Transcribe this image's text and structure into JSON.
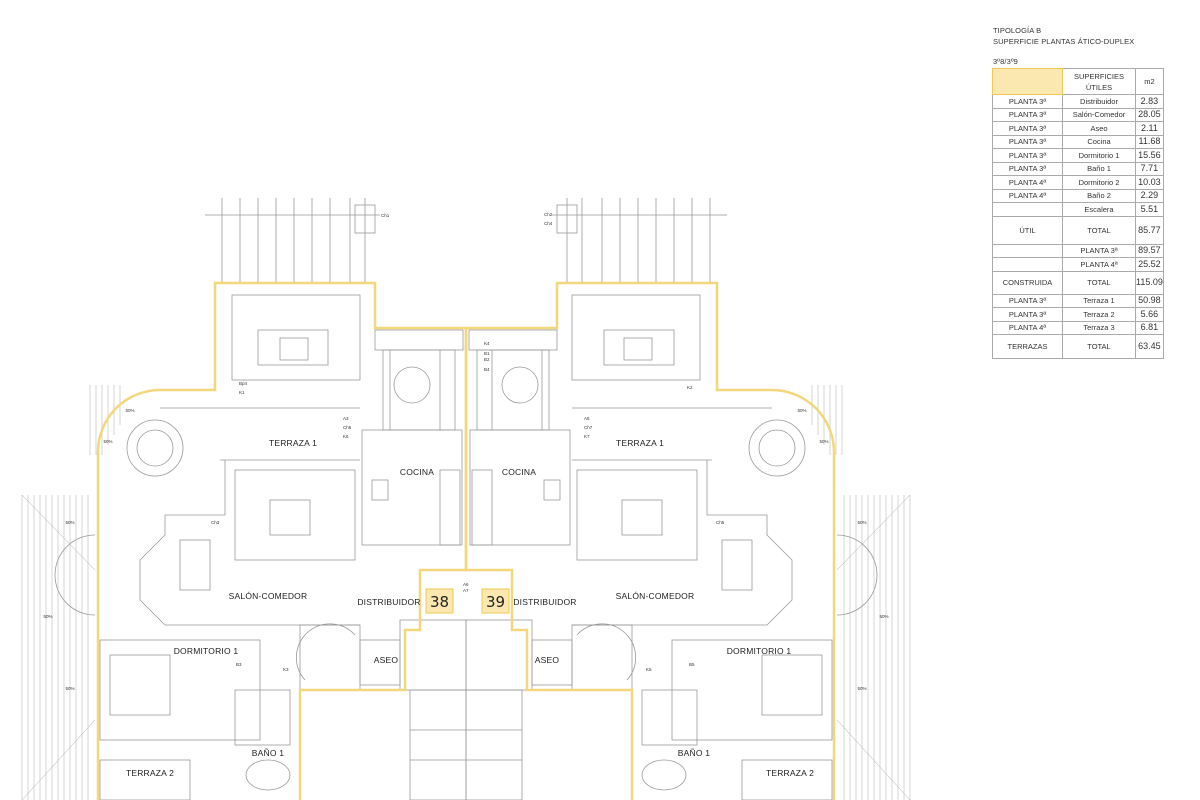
{
  "header": {
    "tipologia": "TIPOLOGÍA B",
    "superficie": "SUPERFICIE PLANTAS ÁTICO-DUPLEX",
    "units": "3º8/3º9"
  },
  "table": {
    "col_headers": [
      "",
      "SUPERFICIES ÚTILES",
      "m2"
    ],
    "rows": [
      [
        "PLANTA 3ª",
        "Distribuidor",
        "2.83"
      ],
      [
        "PLANTA 3ª",
        "Salón-Comedor",
        "28.05"
      ],
      [
        "PLANTA 3ª",
        "Aseo",
        "2.11"
      ],
      [
        "PLANTA 3ª",
        "Cocina",
        "11.68"
      ],
      [
        "PLANTA 3ª",
        "Dormitorio 1",
        "15.56"
      ],
      [
        "PLANTA 3ª",
        "Baño 1",
        "7.71"
      ],
      [
        "PLANTA 4ª",
        "Dormitorio 2",
        "10.03"
      ],
      [
        "PLANTA 4ª",
        "Baño 2",
        "2.29"
      ],
      [
        "",
        "Escalera",
        "5.51"
      ],
      [
        "ÚTIL",
        "TOTAL",
        "85.77"
      ],
      [
        "",
        "PLANTA 3ª",
        "89.57"
      ],
      [
        "",
        "PLANTA 4ª",
        "25.52"
      ],
      [
        "CONSTRUIDA",
        "TOTAL",
        "115.09"
      ],
      [
        "PLANTA 3ª",
        "Terraza 1",
        "50.98"
      ],
      [
        "PLANTA 3ª",
        "Terraza 2",
        "5.66"
      ],
      [
        "PLANTA 4ª",
        "Terraza 3",
        "6.81"
      ],
      [
        "TERRAZAS",
        "TOTAL",
        "63.45"
      ]
    ]
  },
  "plan": {
    "units": [
      "38",
      "39"
    ],
    "rooms": {
      "terraza1": "TERRAZA 1",
      "cocina": "COCINA",
      "salon": "SALÓN-COMEDOR",
      "distribuidor": "DISTRIBUIDOR",
      "dormitorio1": "DORMITORIO 1",
      "aseo": "ASEO",
      "bano1": "BAÑO 1",
      "terraza2": "TERRAZA 2"
    },
    "tags": {
      "ch1": "Ch1",
      "ch2": "Ch2",
      "ch4": "Ch4",
      "bp4": "Bp4",
      "k1": "K1",
      "k2": "K2",
      "a3": "A3",
      "ch6": "Ch6",
      "k6": "K6",
      "a5": "A5",
      "ch7": "Ch7",
      "k7": "K7",
      "k4": "K4",
      "b1": "B1",
      "b2": "B2",
      "b4": "B4",
      "ch3": "Ch3",
      "ch5": "Ch5",
      "b3": "B3",
      "k3": "K3",
      "b5": "B5",
      "k5": "K5",
      "a6": "A6",
      "a7": "A7"
    },
    "slope": "50%",
    "outline_color": "#f3d77a",
    "wall_color": "#999999"
  }
}
